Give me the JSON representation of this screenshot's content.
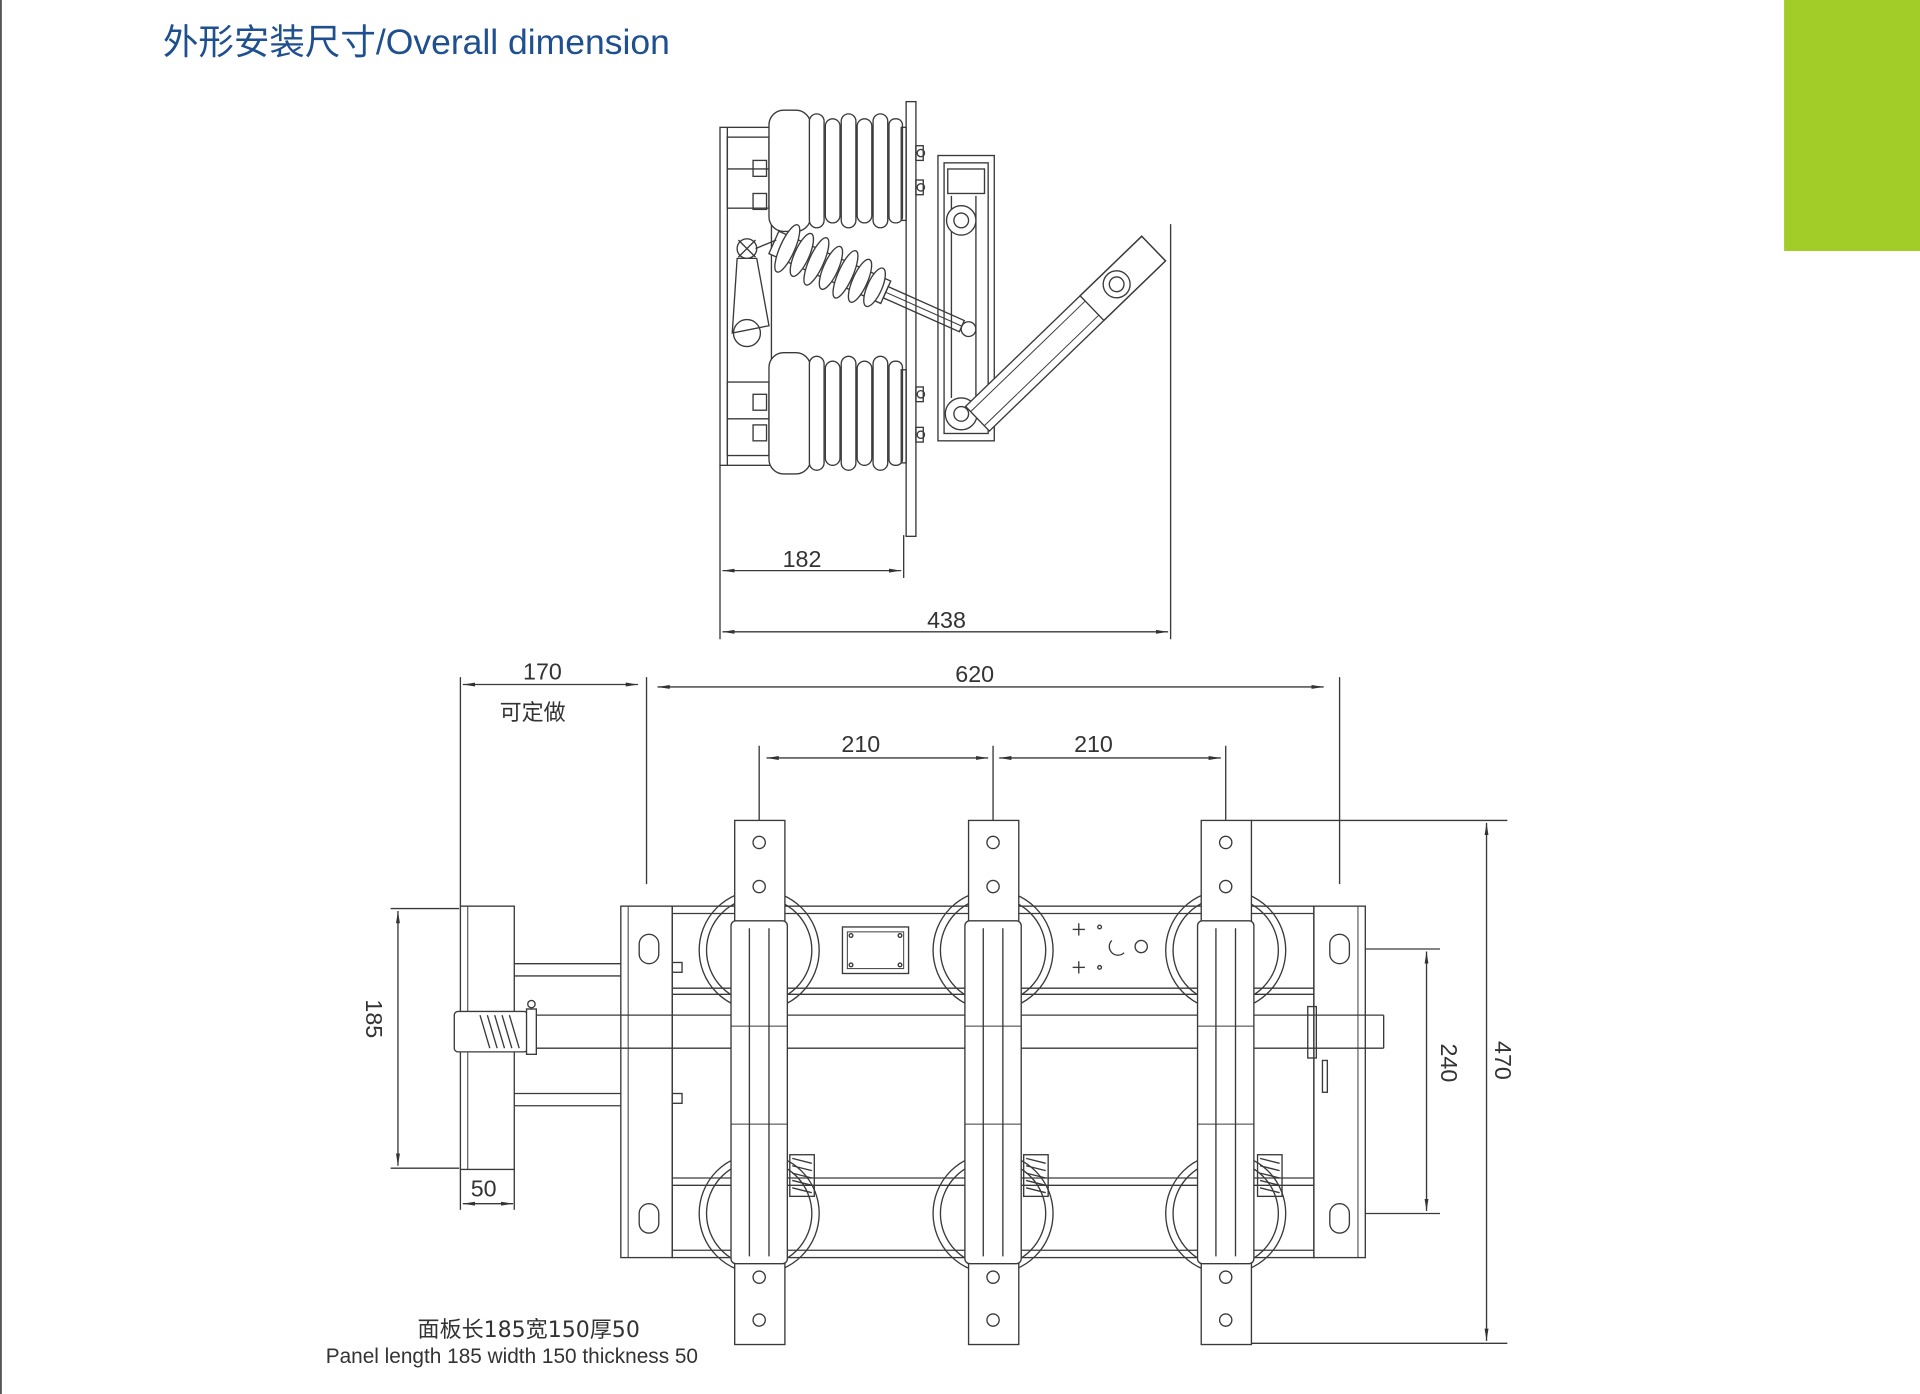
{
  "page": {
    "title": "外形安装尺寸/Overall dimension"
  },
  "side_view": {
    "dim_182": "182",
    "dim_438": "438"
  },
  "front_view": {
    "dim_170": "170",
    "custom_note": "可定做",
    "dim_620": "620",
    "dim_210_left": "210",
    "dim_210_right": "210",
    "dim_185": "185",
    "dim_50": "50",
    "dim_240": "240",
    "dim_470": "470"
  },
  "notes": {
    "panel_cn": "面板长185宽150厚50",
    "panel_en": "Panel length 185 width 150 thickness 50"
  },
  "colors": {
    "accent": "#a2cc27",
    "title": "#1e4f8f",
    "line": "#3a3a3a"
  }
}
